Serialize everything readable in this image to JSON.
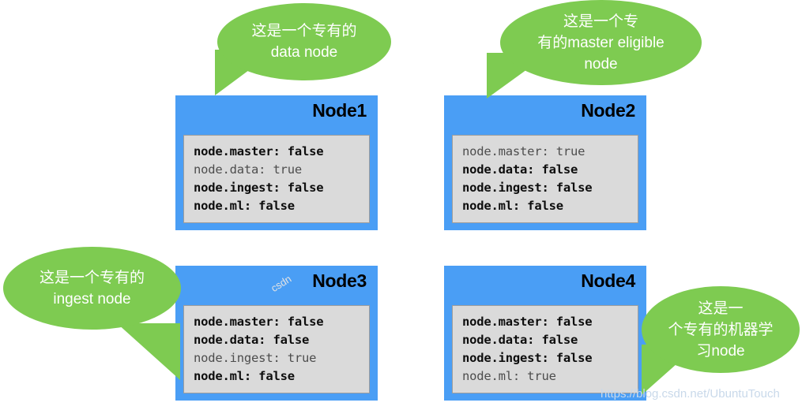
{
  "diagram": {
    "title": "Elasticsearch dedicated node roles",
    "node_blue": "#4a9ef5",
    "bubble_green": "#7ecb51",
    "panel_gray": "#dadada"
  },
  "nodes": [
    {
      "id": "node1",
      "title": "Node1",
      "properties": [
        {
          "text": "node.master: false",
          "emphasis": "strong"
        },
        {
          "text": "node.data: true",
          "emphasis": "weak"
        },
        {
          "text": "node.ingest: false",
          "emphasis": "strong"
        },
        {
          "text": "node.ml: false",
          "emphasis": "strong"
        }
      ]
    },
    {
      "id": "node2",
      "title": "Node2",
      "properties": [
        {
          "text": "node.master: true",
          "emphasis": "weak"
        },
        {
          "text": "node.data: false",
          "emphasis": "strong"
        },
        {
          "text": "node.ingest: false",
          "emphasis": "strong"
        },
        {
          "text": "node.ml: false",
          "emphasis": "strong"
        }
      ]
    },
    {
      "id": "node3",
      "title": "Node3",
      "properties": [
        {
          "text": "node.master: false",
          "emphasis": "strong"
        },
        {
          "text": "node.data: false",
          "emphasis": "strong"
        },
        {
          "text": "node.ingest: true",
          "emphasis": "weak"
        },
        {
          "text": "node.ml: false",
          "emphasis": "strong"
        }
      ]
    },
    {
      "id": "node4",
      "title": "Node4",
      "properties": [
        {
          "text": "node.master: false",
          "emphasis": "strong"
        },
        {
          "text": "node.data: false",
          "emphasis": "strong"
        },
        {
          "text": "node.ingest: false",
          "emphasis": "strong"
        },
        {
          "text": "node.ml: true",
          "emphasis": "weak"
        }
      ]
    }
  ],
  "bubbles": [
    {
      "id": "bubble-data",
      "text": "这是一个专有的\ndata node"
    },
    {
      "id": "bubble-master",
      "text": "这是一个专\n有的master eligible\nnode"
    },
    {
      "id": "bubble-ingest",
      "text": "这是一个专有的\ningest node"
    },
    {
      "id": "bubble-ml",
      "text": "这是一\n个专有的机器学\n习node"
    }
  ],
  "watermark": {
    "url": "https://blog.csdn.net/UbuntuTouch",
    "faint": "csdn"
  }
}
